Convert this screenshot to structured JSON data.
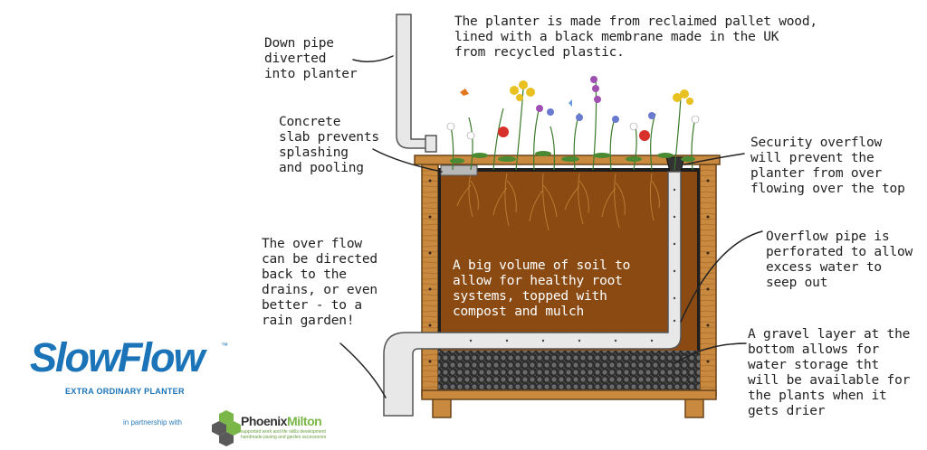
{
  "labels": {
    "planter_material": "The planter is made from reclaimed pallet wood,\nlined with a black membrane made in the UK\nfrom recycled plastic.",
    "down_pipe": "Down pipe\ndiverted\ninto planter",
    "concrete_slab": "Concrete\nslab prevents\nsplashing\nand pooling",
    "security_overflow": "Security overflow\nwill prevent the\nplanter from over\nflowing over the top",
    "overflow_directed": "The over flow\ncan be directed\nback to the\ndrains, or even\nbetter - to a\nrain garden!",
    "overflow_pipe": "Overflow pipe is\nperforated to allow\nexcess water to\nseep out",
    "gravel_layer": "A gravel layer at the\nbottom allows for\nwater storage tht\nwill be available for\nthe plants when it\ngets drier",
    "soil_volume": "A big volume of soil to\nallow for healthy root\nsystems, topped with\ncompost and mulch"
  },
  "branding": {
    "logo": "SlowFlow",
    "trademark": "™",
    "tagline": "EXTRA ORDINARY PLANTER",
    "partnership": "in partnership with",
    "partner_name_a": "Phoenix",
    "partner_name_b": "Milton",
    "partner_tagline": "supported work and life skills development\nhandmade paving and garden accessories"
  },
  "colors": {
    "wood": "#c98a40",
    "wood_dark": "#8a5620",
    "soil": "#8b4a12",
    "gravel": "#2a2a2a",
    "pipe": "#e8e8e8",
    "brand_blue": "#1b74b8",
    "partner_green": "#7ab648"
  }
}
